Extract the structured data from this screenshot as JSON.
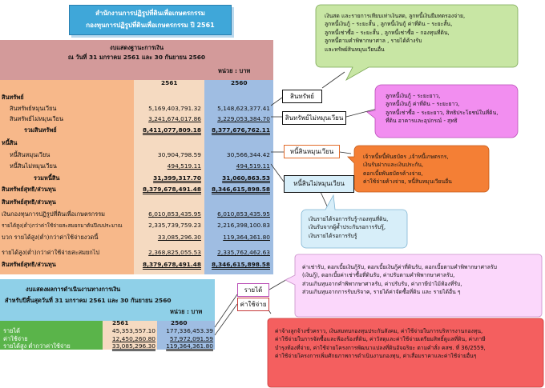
{
  "title": {
    "line1": "สำนักงานการปฏิรูปที่ดินเพื่อเกษตรกรรม",
    "line2": "กองทุนการปฏิรูปที่ดินเพื่อเกษตรกรรม  ปี 2561"
  },
  "balance_sheet": {
    "heading1": "งบแสดงฐานะการเงิน",
    "heading2": "ณ  วันที่ 31 มกราคม 2561 และ 30 กันยายน 2560",
    "unit": "หน่วย : บาท",
    "year1": "2561",
    "year2": "2560",
    "rows": [
      {
        "label": "สินทรัพย์",
        "v1": "",
        "v2": ""
      },
      {
        "label": "สินทรัพย์หมุนเวียน",
        "v1": "5,169,403,791.32",
        "v2": "5,148,623,377.41"
      },
      {
        "label": "สินทรัพย์ไม่หมุนเวียน",
        "v1": "3,241,674,017.86",
        "v2": "3,229,053,384.70"
      },
      {
        "label": "รวมสินทรัพย์",
        "v1": "8,411,077,809.18",
        "v2": "8,377,676,762.11"
      },
      {
        "label": "หนี้สิน",
        "v1": "",
        "v2": ""
      },
      {
        "label": "หนี้สินหมุนเวียน",
        "v1": "30,904,798.59",
        "v2": "30,566,344.42"
      },
      {
        "label": "หนี้สินไม่หมุนเวียน",
        "v1": "494,519.11",
        "v2": "494,519.11"
      },
      {
        "label": "รวมหนี้สิน",
        "v1": "31,399,317.70",
        "v2": "31,060,863.53"
      },
      {
        "label": "สินทรัพย์สุทธิ/ส่วนทุน",
        "v1": "8,379,678,491.48",
        "v2": "8,346,615,898.58"
      },
      {
        "label": "สินทรัพย์สุทธิ/ส่วนทุน",
        "v1": "",
        "v2": ""
      },
      {
        "label": "เงินกองทุนการปฏิรูปที่ดินเพื่อเกษตรกรรม",
        "v1": "6,010,853,435.95",
        "v2": "6,010,853,435.95"
      },
      {
        "label": "รายได้สูง(ต่ำ)กว่าค่าใช้จ่ายสะสมยกมาต้นปีงบประมาณ",
        "v1": "2,335,739,759.23",
        "v2": "2,216,398,100.83"
      },
      {
        "label": "บวก  รายได้สูง(ต่ำ)กว่าค่าใช้จ่ายงวดนี้",
        "v1": "33,085,296.30",
        "v2": "119,364,361.80"
      },
      {
        "label": "รายได้สูง(ต่ำ)กว่าค่าใช้จ่ายสะสมยกไป",
        "v1": "2,368,825,055.53",
        "v2": "2,335,762,462.63"
      },
      {
        "label": "สินทรัพย์สุทธิ/ส่วนทุน",
        "v1": "8,379,678,491.48",
        "v2": "8,346,615,898.58"
      }
    ]
  },
  "income_statement": {
    "heading1": "งบแสดงผลการดำเนินงานทางการเงิน",
    "heading2": "สำหรับปีสิ้นสุดวันที่  31 มกราคม 2561 และ 30 กันยายน 2560",
    "unit": "หน่วย : บาท",
    "year1": "2561",
    "year2": "2560",
    "rows": [
      {
        "label": "รายได้",
        "v1": "45,353,557.10",
        "v2": "177,336,453.39"
      },
      {
        "label": "ค่าใช้จ่าย",
        "v1": "12,450,260.80",
        "v2": "57,972,091.59"
      },
      {
        "label": "รายได้สูง  ต่ำกว่าค่าใช้จ่าย",
        "v1": "33,085,296.30",
        "v2": "119,364,361.80"
      }
    ]
  },
  "labels": {
    "current_assets": "สินทรัพย์",
    "noncurrent_assets": "สินทรัพย์ไม่หมุนเวียน",
    "current_liabilities": "หนี้สินหมุนเวียน",
    "noncurrent_liabilities": "หนี้สินไม่หมุนเวียน",
    "revenue": "รายได้",
    "expense": "ค่าใช้จ่าย"
  },
  "callouts": {
    "current_assets": [
      "เงินสด และรายการเทียบเท่าเงินสด, ลูกหนี้เงินยืมทดรองจ่าย,",
      "ลูกหนี้เงินกู้ – ระยะสั้น , ลูกหนี้เงินกู้ ค่าที่ดิน – ระยะสั้น,",
      "ลูกหนี้เช่าซื้อ – ระยะสั้น , ลูกหนี้เช่าซื้อ – กองทุนที่ดิน,",
      "ลูกหนี้ตามคำพิพากษาศาล , รายได้ค้างรับ",
      "และทรัพย์สินหมุนเวียนอื่น"
    ],
    "noncurrent_assets": [
      "ลูกหนี้เงินกู้ – ระยะยาว,",
      "ลูกหนี้เงินกู้ ค่าที่ดิน – ระยะยาว,",
      "ลูกหนี้เช่าซื้อ – ระยะยาว, สิทธิประโยชน์ในที่ดิน,",
      "ที่ดิน อาคารและอุปกรณ์ - สุทธิ"
    ],
    "current_liabilities": [
      "เจ้าหนี้หนี้พันธบัตร ,เจ้าหนี้เกษตรกร,",
      "เงินรับฝากและเงินประกัน,",
      "ดอกเบี้ยพันธบัตรค้างจ่าย,",
      "ค่าใช้จ่ายค้างจ่าย, หนี้สินหมุนเวียนอื่น"
    ],
    "noncurrent_liabilities": [
      "เงินรายได้รอการรับรู้-กองทุนที่ดิน,",
      "เงินรับจากผู้ค้ำประกันรอการรับรู้,",
      "เงินรายได้รอการรับรู้"
    ],
    "revenue": [
      "ค่าเช่ารับ, ดอกเบี้ยเงินกู้รับ, ดอกเบี้ยเงินกู้ค่าที่ดินรับ, ดอกเบี้ยตามคำพิพากษาศาลรับ",
      "(เงินกู้), ดอกเบี้ยค่าเช่าซื้อที่ดินรับ, ค่าปรับตามคำพิพากษาศาลรับ,",
      "ส่วนเกินทุนจากคำพิพากษาศาลรับ, ค่าปรับรับ,  ค่าภาษีป่าไม้ท้องที่รับ,",
      "ส่วนเกินทุนจากการรับบริจาค, รายได้ค่าจัดซื้อที่ดิน และ รายได้อื่น ๆ"
    ],
    "expense": [
      "ค่าจ้างลูกจ้างชั่วคราว, เงินสมทบกองทุนประกันสังคม, ค่าใช้จ่ายในการบริหารงานกองทุน,",
      "ค่าใช้จ่ายในการจัดซื้อและฟ้องร้องที่ดิน, ค่าวัสดุและค่าใช้จ่ายเตรียมสิทธิ์ดูแลที่ดิน, ค่าภาษี",
      "บำรุงท้องที่จ่าย,  ค่าใช้จ่ายโครงการพัฒนาแปลงที่ดินอัจฉริยะ ตามคำสั่ง คสช. ที่ 36/2559,",
      "ค่าใช้จ่ายโครงการเพิ่มศักยภาพการดำเนินงานกองทุน, ค่าเสื่อมราคาและค่าใช้จ่ายอื่นๆ"
    ]
  }
}
